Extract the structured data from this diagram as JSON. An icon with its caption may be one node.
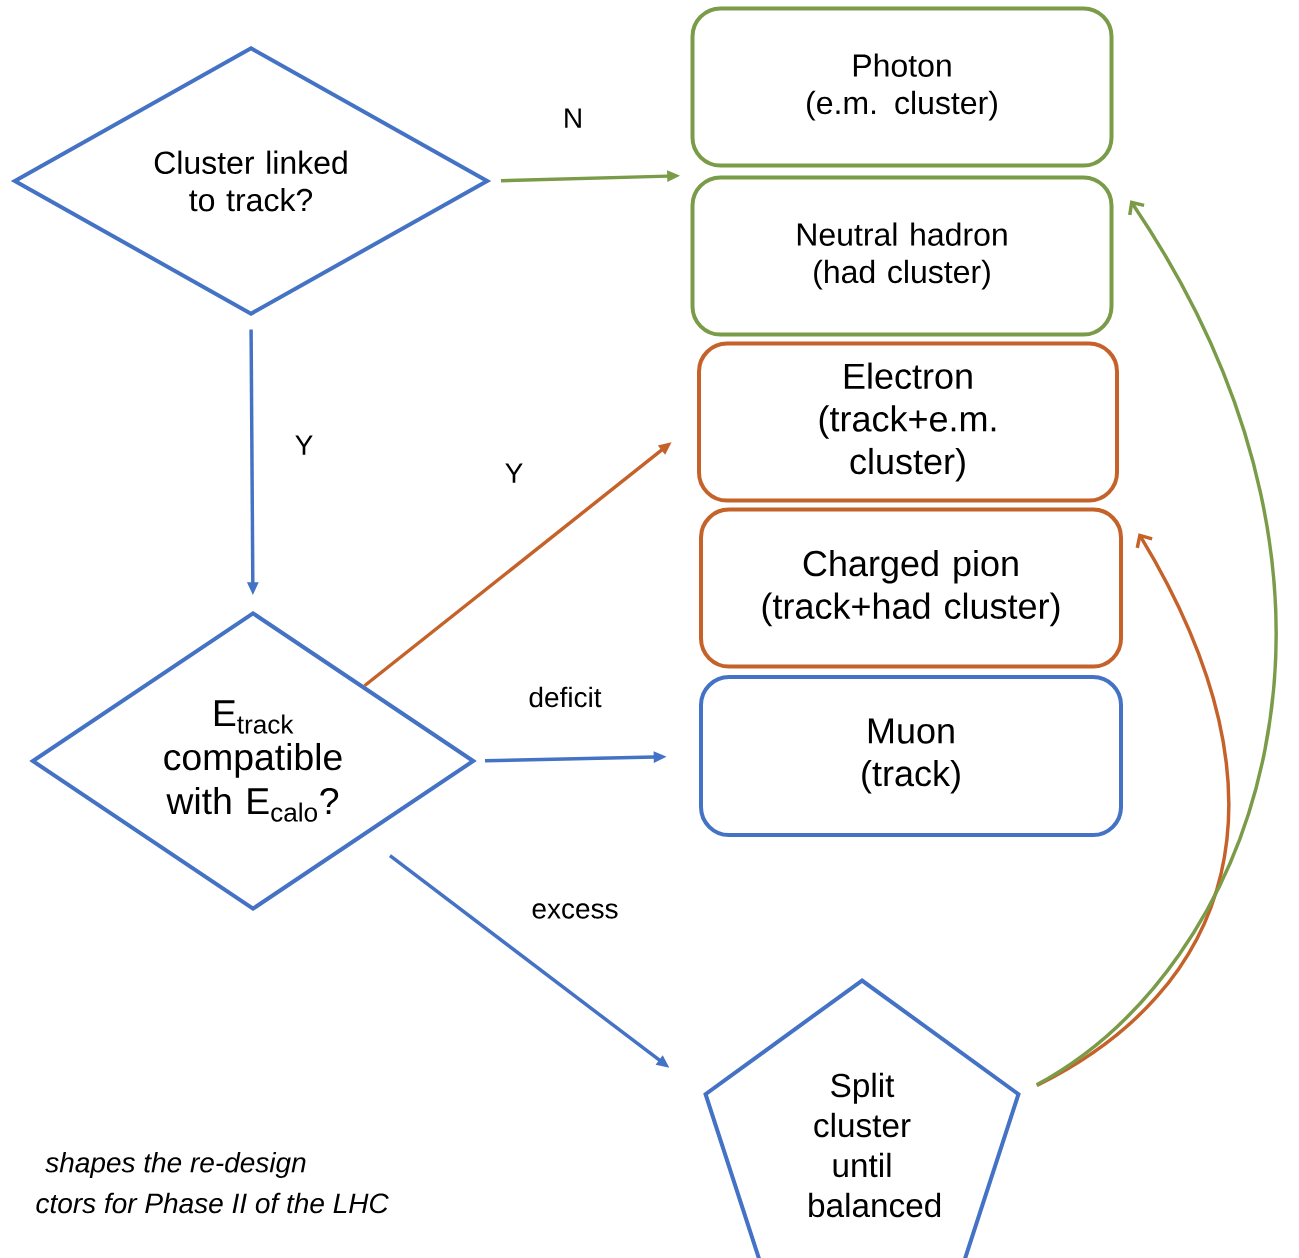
{
  "diagram": {
    "nodes": [
      {
        "text": [
          "Cluster linked to track?"
        ]
      },
      {
        "text": [
          "Photon",
          "(e.m. cluster)"
        ]
      },
      {
        "text": [
          "Neutral hadron",
          "(had cluster)"
        ]
      },
      {
        "text": [
          "Electron",
          "(track+e.m. cluster)"
        ]
      },
      {
        "text": [
          "Charged pion",
          "(track+had cluster)"
        ]
      },
      {
        "text": [
          "Muon",
          "(track)"
        ]
      },
      {
        "text": [
          "E$_{track}$ compatible with E$_{calo}$?"
        ]
      },
      {
        "text": [
          "Split cluster until balanced"
        ]
      }
    ],
    "edges": [
      {
        "from": 0,
        "to": 2,
        "arrow": "to",
        "label": "N",
        "color": "#7a9b48"
      },
      {
        "from": 0,
        "to": 6,
        "arrow": "to",
        "label": "Y",
        "color": "#4472c4"
      },
      {
        "from": 6,
        "to": 3,
        "arrow": "to",
        "label": "Y",
        "color": "#c5622a"
      },
      {
        "from": 6,
        "to": 5,
        "arrow": "to",
        "label": "deficit",
        "color": "#4472c4"
      },
      {
        "from": 6,
        "to": 7,
        "arrow": "to",
        "label": "excess",
        "color": "#4472c4"
      },
      {
        "from": 7,
        "to": 4,
        "arrow": "to",
        "color": "#c5622a"
      },
      {
        "from": 7,
        "to": 2,
        "arrow": "to",
        "color": "#7a9b48"
      }
    ],
    "labels": [
      "shapes the re-design",
      "ctors for Phase II of the LHC"
    ]
  }
}
